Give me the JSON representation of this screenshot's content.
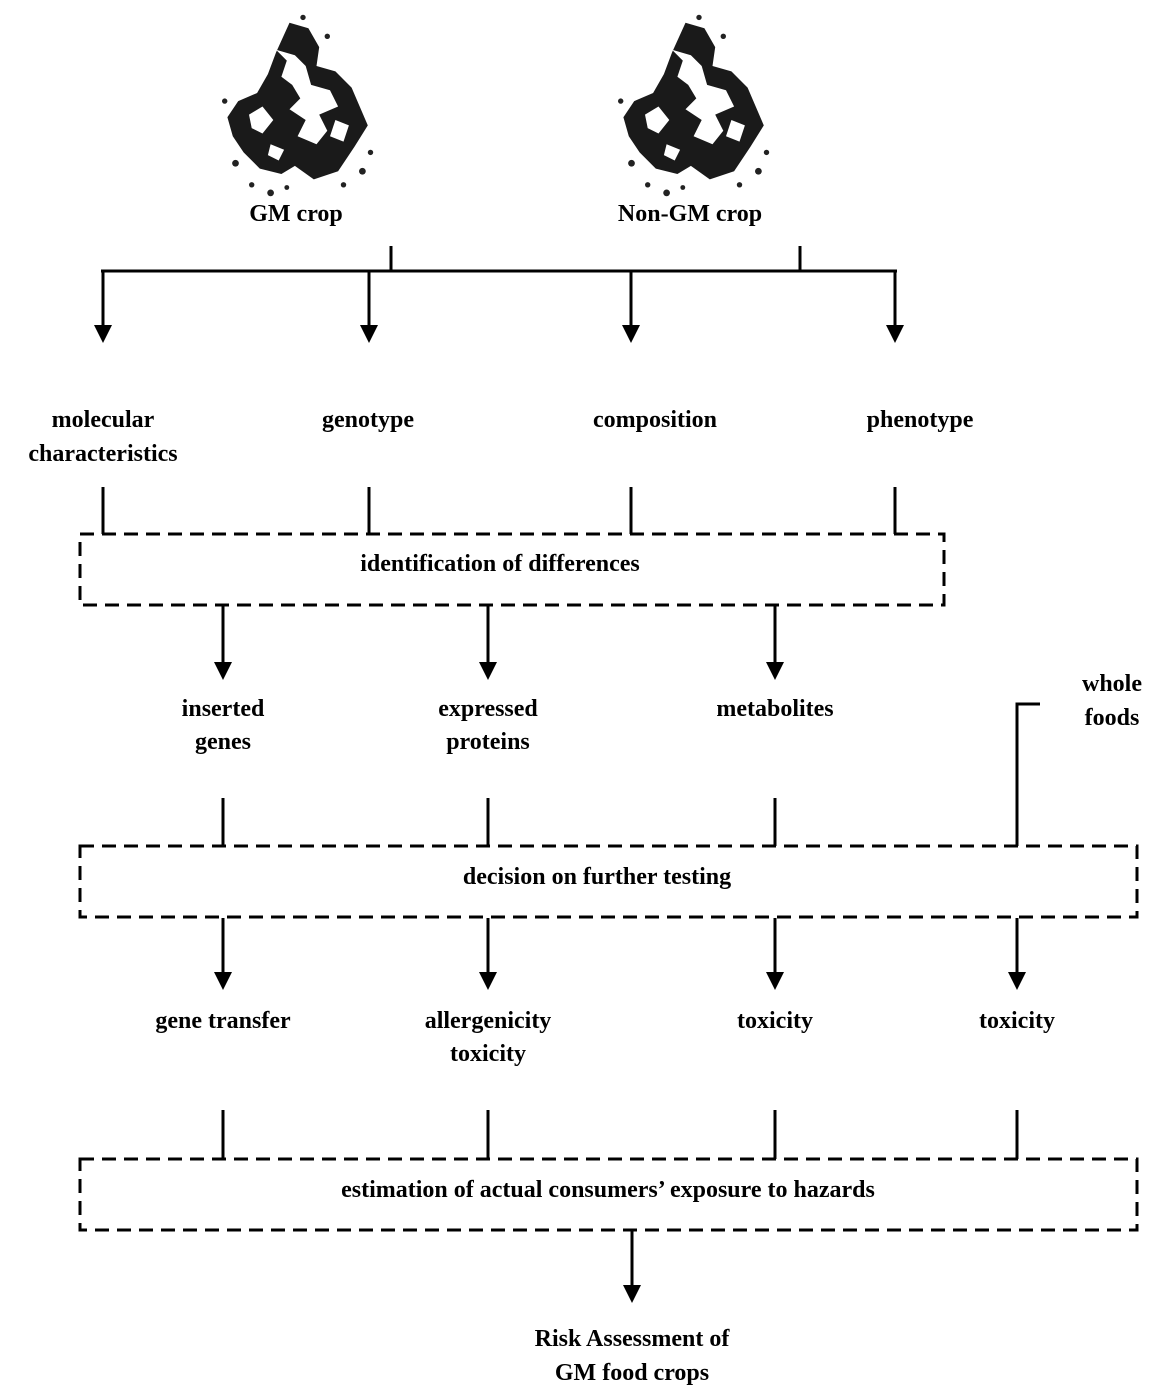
{
  "crops": {
    "gm": "GM crop",
    "non_gm": "Non-GM crop"
  },
  "characteristics": {
    "molecular_line1": "molecular",
    "molecular_line2": "characteristics",
    "genotype": "genotype",
    "composition": "composition",
    "phenotype": "phenotype"
  },
  "box1": "identification of differences",
  "differences": {
    "inserted_line1": "inserted",
    "inserted_line2": "genes",
    "expressed_line1": "expressed",
    "expressed_line2": "proteins",
    "metabolites": "metabolites",
    "whole_line1": "whole",
    "whole_line2": "foods"
  },
  "box2": "decision on further testing",
  "tests": {
    "gene_transfer": "gene transfer",
    "allergenicity_line1": "allergenicity",
    "allergenicity_line2": "toxicity",
    "toxicity_metabolites": "toxicity",
    "toxicity_whole": "toxicity"
  },
  "box3": "estimation of actual consumers’ exposure to hazards",
  "result": {
    "line1": "Risk Assessment of",
    "line2": "GM food crops"
  }
}
